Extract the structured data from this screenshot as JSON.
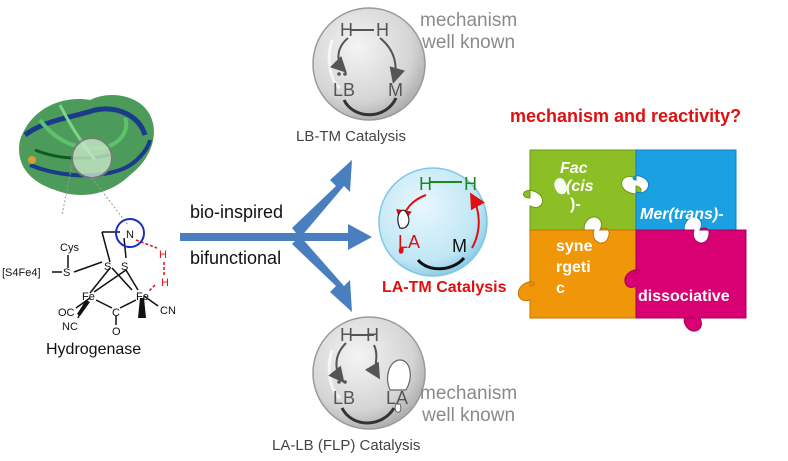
{
  "colors": {
    "arrow_blue": "#4a7fbf",
    "red": "#e01010",
    "puzzle_green": "#8cbf26",
    "puzzle_blue": "#1ba1e2",
    "puzzle_orange": "#f09609",
    "puzzle_magenta": "#d80073",
    "bubble_gray": "#d6d6d6",
    "bubble_blue": "#bfe6f5"
  },
  "left": {
    "caption": "Hydrogenase",
    "structure_labels": {
      "cys": "Cys",
      "cluster": "[S4Fe4]",
      "s1": "S",
      "s2": "S",
      "s3": "S",
      "n": "N",
      "h1": "H",
      "h2": "H",
      "fe1": "Fe",
      "fe2": "Fe",
      "c": "C",
      "o": "O",
      "oc": "OC",
      "nc": "NC",
      "cn": "CN"
    }
  },
  "center": {
    "label_top": "bio-inspired",
    "label_bottom": "bifunctional"
  },
  "top_panel": {
    "h1": "H",
    "h2": "H",
    "lb": "LB",
    "m": "M",
    "title": "LB-TM Catalysis",
    "note_line1": "mechanism",
    "note_line2": "well known"
  },
  "middle_panel": {
    "h1": "H",
    "h2": "H",
    "la": "LA",
    "m": "M",
    "title": "LA-TM Catalysis"
  },
  "bottom_panel": {
    "h1": "H",
    "h2": "H",
    "lb": "LB",
    "la": "LA",
    "title": "LA-LB (FLP) Catalysis",
    "note_line1": "mechanism",
    "note_line2": "well known"
  },
  "puzzle": {
    "question": "mechanism and reactivity?",
    "green_line1": "Fac",
    "green_line2": "(cis",
    "green_line3": ")-",
    "blue": "Mer(trans)-",
    "orange_line1": "syne",
    "orange_line2": "rgeti",
    "orange_line3": "c",
    "magenta": "dissociative"
  }
}
